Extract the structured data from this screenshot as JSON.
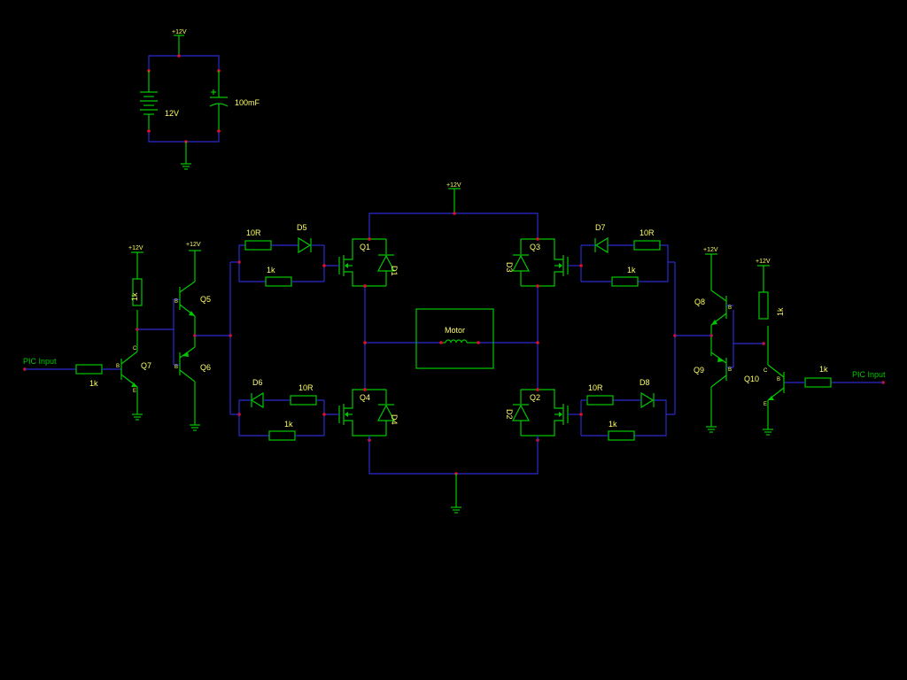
{
  "supply": {
    "top_label": "+12V",
    "battery_label": "12V",
    "cap_label": "100mF"
  },
  "rails": {
    "bridge_top": "+12V",
    "q7": "+12V",
    "q5": "+12V",
    "q8": "+12V",
    "q10": "+12V"
  },
  "left_inputs": {
    "pic_label": "PIC Input",
    "r_in": "1k",
    "r_pull": "1k"
  },
  "right_inputs": {
    "pic_label": "PIC Input",
    "r_in": "1k",
    "r_pull": "1k"
  },
  "transistors": {
    "q1": "Q1",
    "q2": "Q2",
    "q3": "Q3",
    "q4": "Q4",
    "q5": "Q5",
    "q6": "Q6",
    "q7": "Q7",
    "q8": "Q8",
    "q9": "Q9",
    "q10": "Q10"
  },
  "diodes": {
    "d1": "D1",
    "d2": "D2",
    "d3": "D3",
    "d4": "D4",
    "d5": "D5",
    "d6": "D6",
    "d7": "D7",
    "d8": "D8"
  },
  "gate_resistors": {
    "q1_series": "10R",
    "q1_shunt": "1k",
    "q4_series": "10R",
    "q4_shunt": "1k",
    "q3_series": "10R",
    "q3_shunt": "1k",
    "q2_series": "10R",
    "q2_shunt": "1k"
  },
  "motor": {
    "label": "Motor"
  },
  "pins": {
    "b": "B",
    "c": "C",
    "e": "E"
  },
  "colors": {
    "wire": "#2b2bd0",
    "component": "#00c800",
    "label": "#ffff66",
    "node": "#e0102a"
  }
}
